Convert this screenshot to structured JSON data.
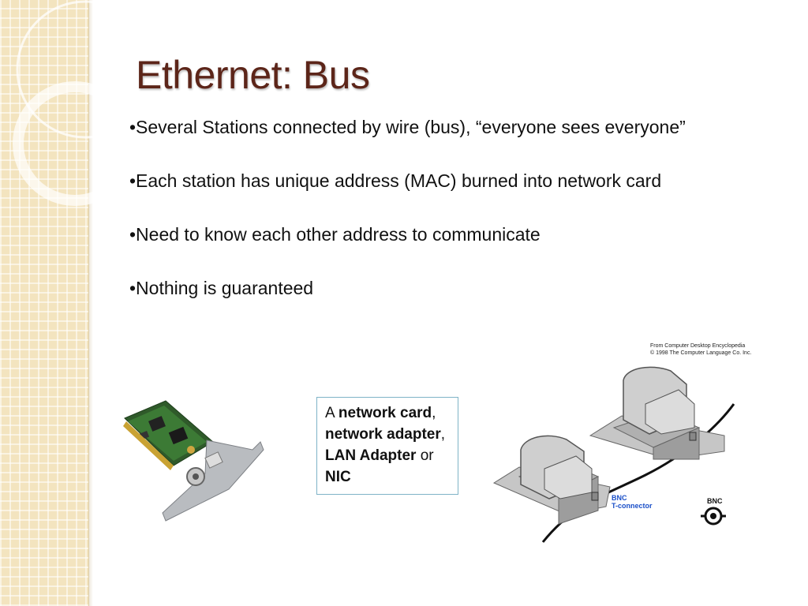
{
  "slide": {
    "title": "Ethernet: Bus",
    "bullets": [
      "•Several Stations connected by wire (bus), “everyone sees everyone”",
      "•Each station has unique address (MAC) burned into network card",
      "•Need to know each other address to communicate",
      "•Nothing is guaranteed"
    ]
  },
  "caption": {
    "prefix": "A ",
    "term1": "network card",
    "sep1": ", ",
    "term2": "network adapter",
    "sep2": ", ",
    "term3": "LAN Adapter",
    "sep3": " or ",
    "term4": "NIC"
  },
  "diagram": {
    "credit_line1": "From Computer Desktop Encyclopedia",
    "credit_line2": "© 1998 The Computer Language Co. Inc.",
    "bnc_t_label_1": "BNC",
    "bnc_t_label_2": "T-connector",
    "bnc_label": "BNC"
  },
  "colors": {
    "title": "#5c2519",
    "sidebar": "#f3e4bf",
    "caption_border": "#7fb3c7",
    "connector_label": "#1a4fc8"
  }
}
